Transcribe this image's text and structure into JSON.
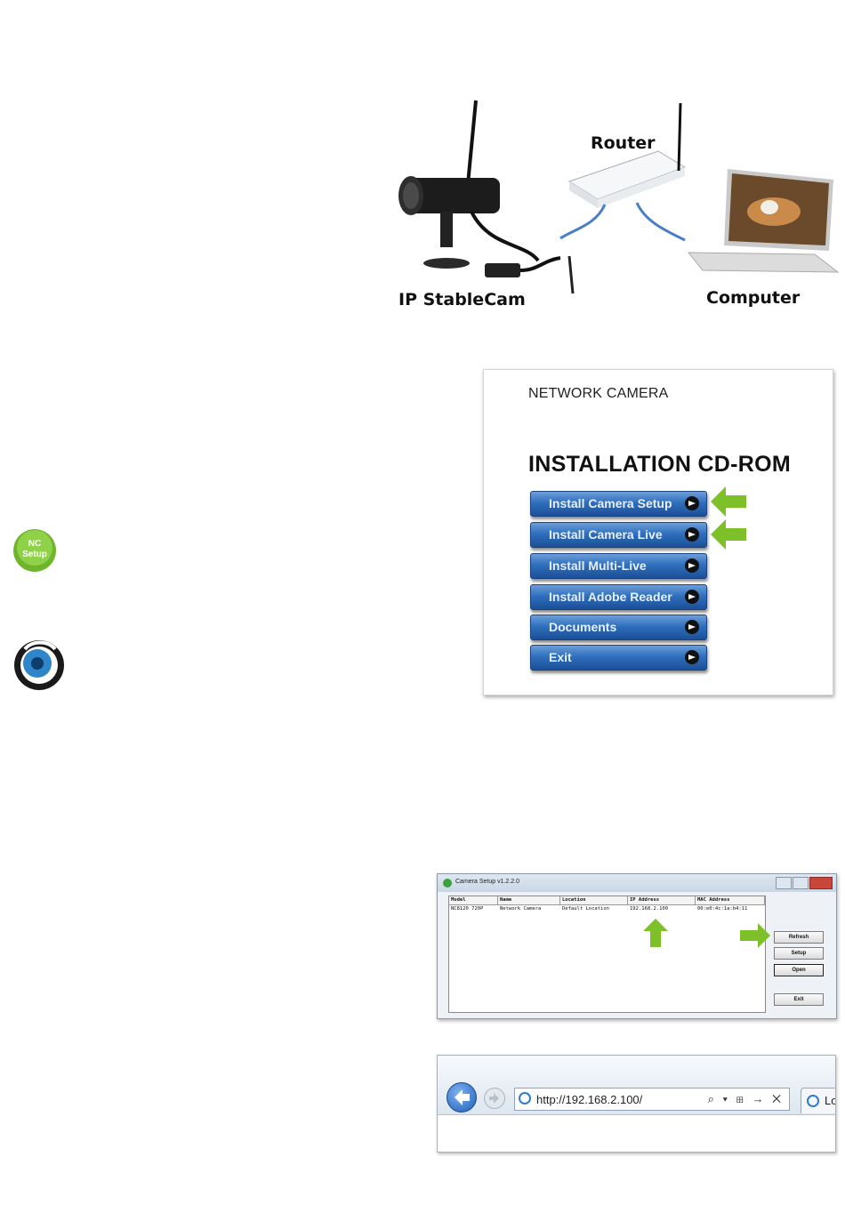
{
  "diagram": {
    "router_label": "Router",
    "camera_label": "IP StableCam",
    "computer_label": "Computer"
  },
  "icons": {
    "ncsetup_text_line1": "NC",
    "ncsetup_text_line2": "Setup"
  },
  "cdrom": {
    "subtitle": "NETWORK CAMERA",
    "title": "INSTALLATION CD-ROM",
    "buttons": [
      {
        "label": "Install Camera Setup"
      },
      {
        "label": "Install Camera Live"
      },
      {
        "label": "Install Multi-Live"
      },
      {
        "label": "Install Adobe Reader"
      },
      {
        "label": "Documents"
      },
      {
        "label": "Exit"
      }
    ],
    "accent_color": "#7dc02a"
  },
  "camera_setup": {
    "window_title": "Camera Setup v1.2.2.0",
    "columns": [
      "Model",
      "Name",
      "Location",
      "IP Address",
      "MAC Address"
    ],
    "rows": [
      [
        "NC8120 720P",
        "Network Camera",
        "Default Location",
        "192.168.2.100",
        "00:e0:4c:1a:b4:11"
      ]
    ],
    "buttons": {
      "refresh": "Refresh",
      "setup": "Setup",
      "open": "Open",
      "exit": "Exit"
    }
  },
  "browser": {
    "url": "http://192.168.2.100/",
    "tools": "⌕ ▾ ⊞ → ✕",
    "tab_text": "Lo"
  }
}
